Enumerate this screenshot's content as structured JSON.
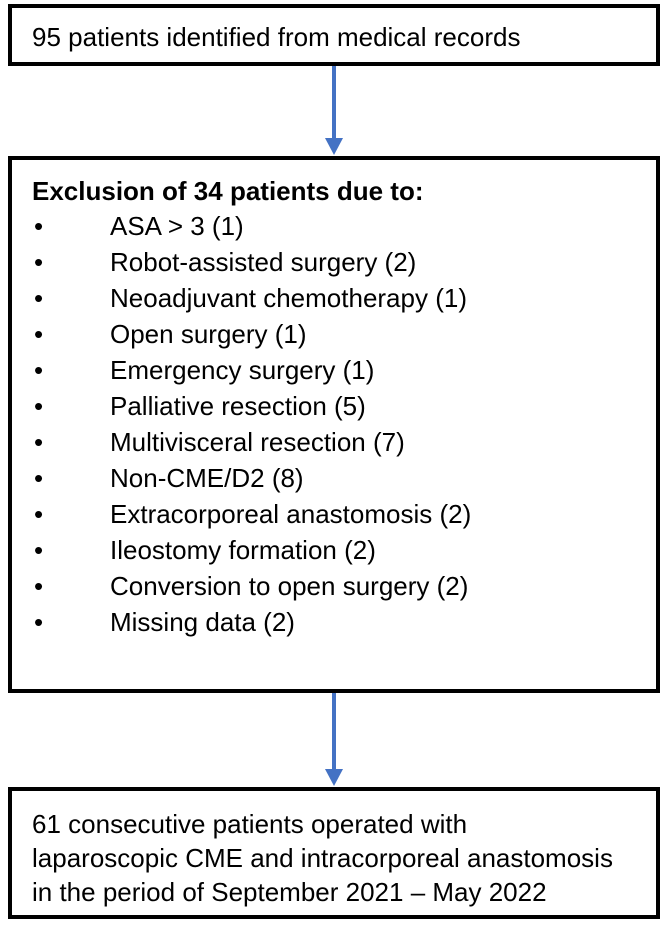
{
  "flowchart": {
    "top_box": {
      "text": "95 patients identified from medical records"
    },
    "middle_box": {
      "heading": "Exclusion of 34 patients due to:",
      "bullet_glyph": "•",
      "items": [
        "ASA > 3 (1)",
        "Robot-assisted surgery (2)",
        "Neoadjuvant chemotherapy (1)",
        "Open surgery (1)",
        "Emergency surgery (1)",
        "Palliative resection (5)",
        "Multivisceral resection (7)",
        "Non-CME/D2 (8)",
        "Extracorporeal anastomosis (2)",
        "Ileostomy formation (2)",
        "Conversion to open surgery (2)",
        "Missing data (2)"
      ]
    },
    "bottom_box": {
      "lines": [
        "61 consecutive patients operated with",
        "laparoscopic CME and intracorporeal anastomosis",
        "in the period of September 2021 – May 2022"
      ]
    }
  },
  "colors": {
    "arrow": "#4472C4",
    "border": "#000000",
    "text": "#000000",
    "background": "#ffffff"
  }
}
